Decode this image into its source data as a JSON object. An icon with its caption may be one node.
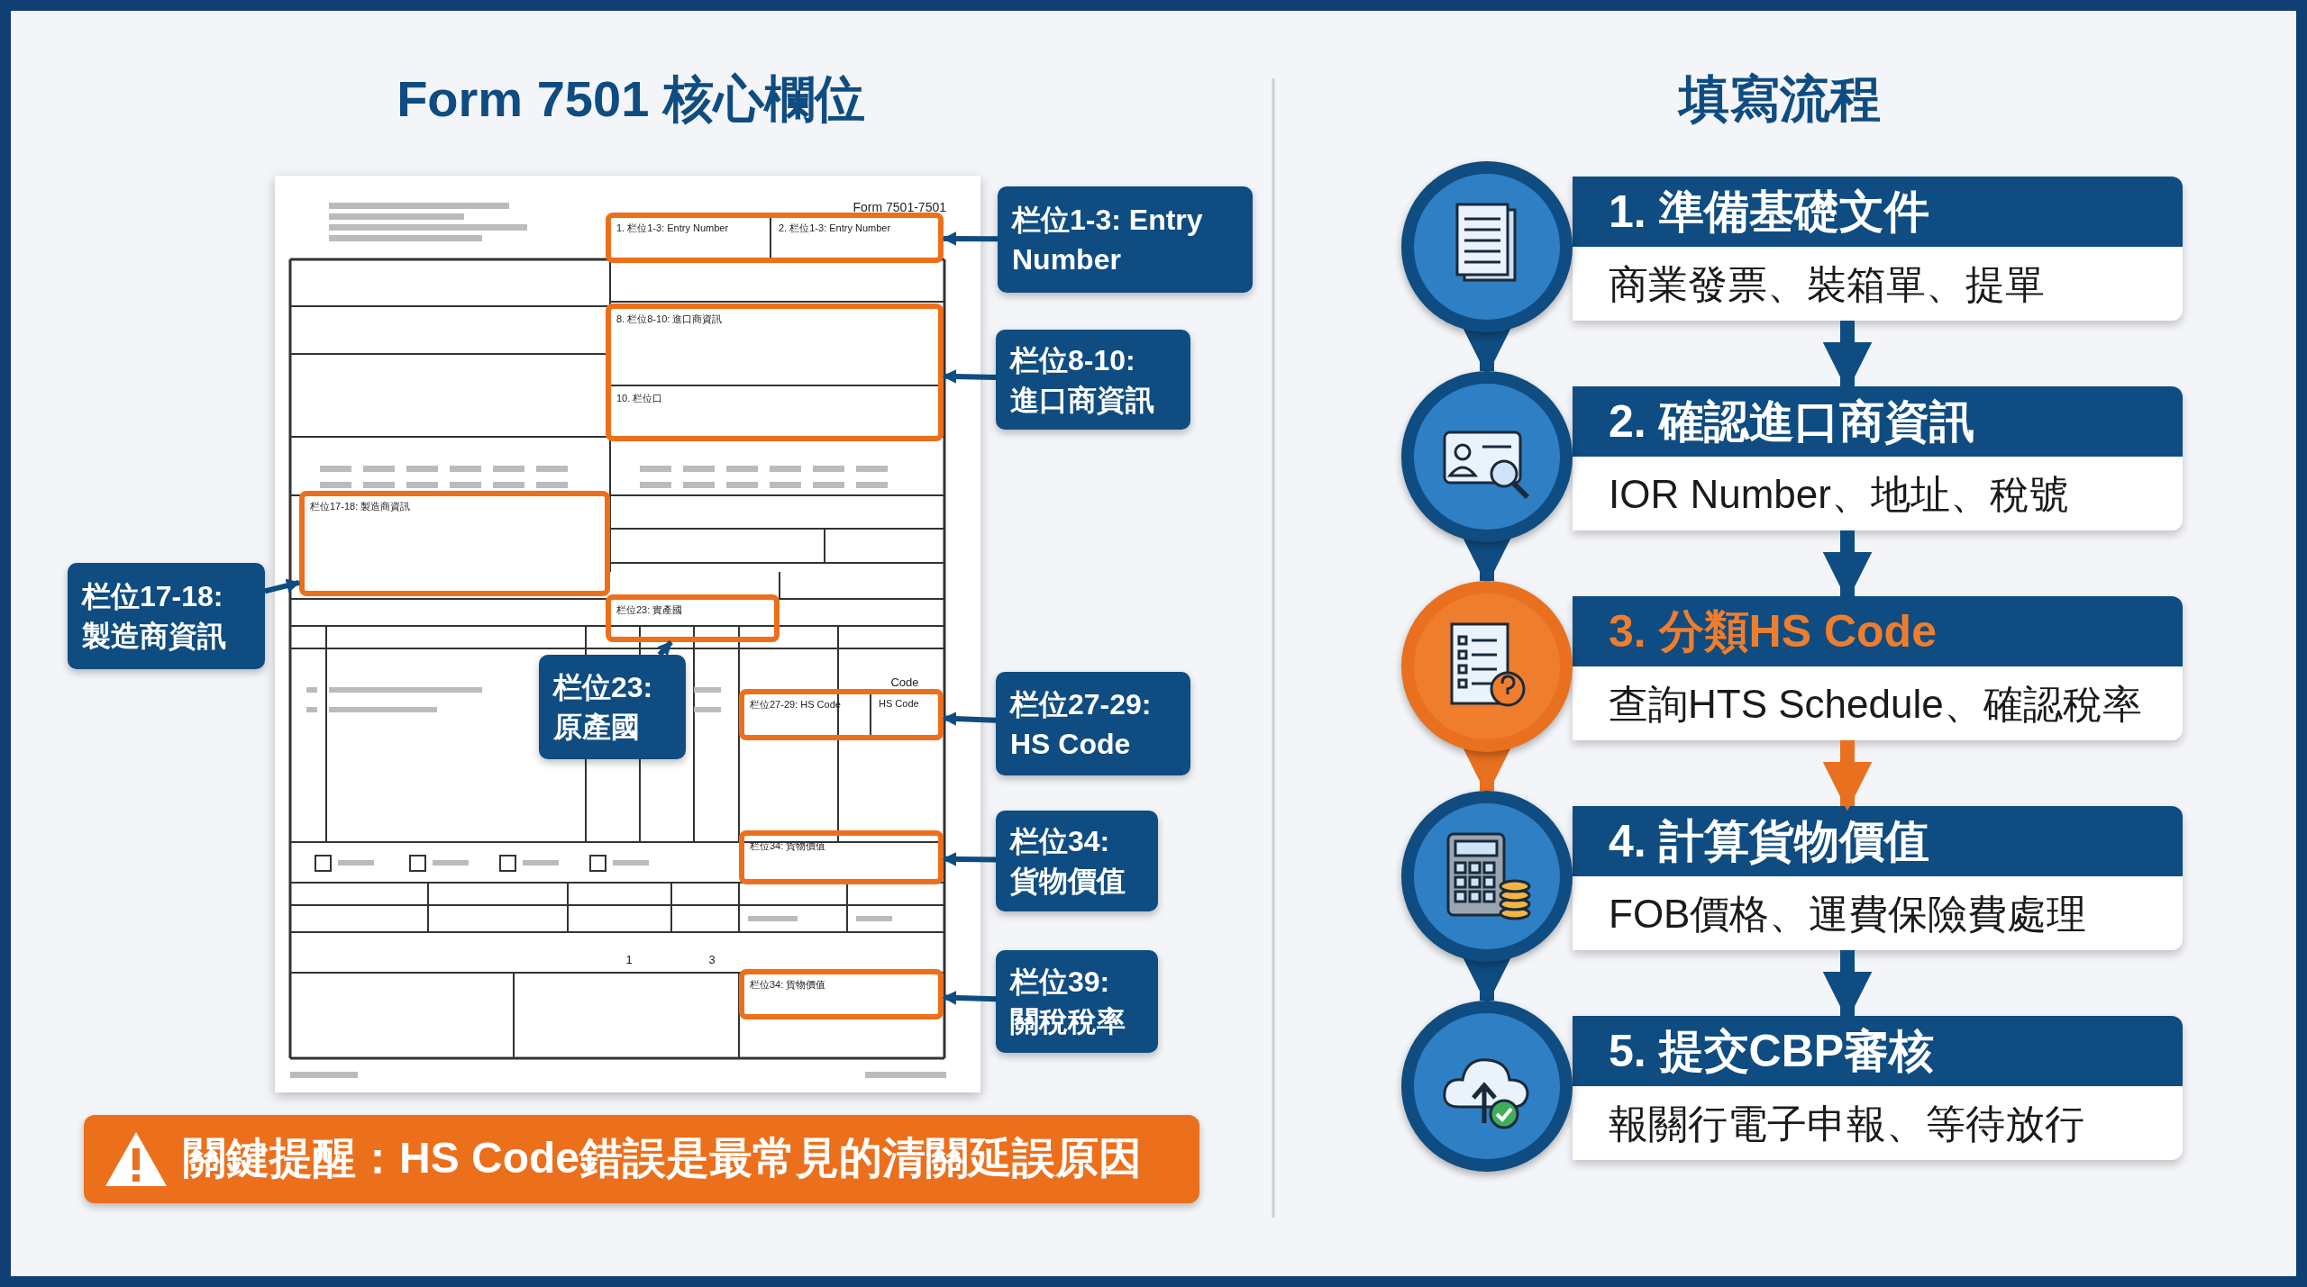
{
  "diagram": {
    "nodes": [
      {
        "text": [],
        "shape": "picture"
      },
      {
        "text": [
          "1. 栏位1-3: Entry Number",
          "2. 栏位1-3: Entry Number"
        ],
        "in": 0
      },
      {
        "text": [
          "8. 栏位8-10: 進口商資訊",
          "10. 栏位口"
        ],
        "in": 0
      },
      {
        "text": [
          "栏位17-18: 製造商資訊"
        ],
        "in": 0
      },
      {
        "text": [
          "栏位23: 實產國"
        ],
        "in": 0
      },
      {
        "text": [
          "栏位27-29: HS Code",
          "HS Code"
        ],
        "in": 0
      },
      {
        "text": [
          "栏位34: 貨物價值"
        ],
        "in": 0
      },
      {
        "text": [
          "栏位34: 貨物價值"
        ],
        "in": 0
      },
      {
        "text": [
          "栏位1-3: Entry Number"
        ]
      },
      {
        "text": [
          "栏位8-10: 進口商資訊"
        ]
      },
      {
        "text": [
          "栏位17-18: 製造商資訊"
        ]
      },
      {
        "text": [
          "栏位23: 原產國"
        ],
        "in": 0
      },
      {
        "text": [
          "栏位27-29: HS Code"
        ]
      },
      {
        "text": [
          "栏位34: 貨物價值"
        ]
      },
      {
        "text": [
          "栏位39: 關稅稅率"
        ]
      },
      {
        "text": [
          "關鍵提醒：HS Code錯誤是最常見的清關延誤原因"
        ]
      },
      {
        "text": [],
        "shape": "circle"
      },
      {
        "text": [
          "1. 準備基礎文件",
          "商業發票、裝箱單、提單"
        ]
      },
      {
        "text": [],
        "shape": "circle"
      },
      {
        "text": [
          "2. 確認進口商資訊",
          "IOR Number、地址、稅號"
        ]
      },
      {
        "text": [],
        "shape": "circle"
      },
      {
        "text": [
          "3. 分類HS Code",
          "查詢HTS Schedule、確認稅率"
        ]
      },
      {
        "text": [],
        "shape": "circle"
      },
      {
        "text": [
          "4. 計算貨物價值",
          "FOB價格、運費保險費處理"
        ]
      },
      {
        "text": [],
        "shape": "circle"
      },
      {
        "text": [
          "5. 提交CBP審核",
          "報關行電子申報、等待放行"
        ]
      }
    ],
    "edges": [
      {
        "from": 8,
        "to": 1,
        "arrow": "to"
      },
      {
        "from": 9,
        "to": 2,
        "arrow": "to"
      },
      {
        "from": 10,
        "to": 3,
        "arrow": "to"
      },
      {
        "from": 11,
        "to": 4,
        "arrow": "to"
      },
      {
        "from": 12,
        "to": 5,
        "arrow": "to"
      },
      {
        "from": 13,
        "to": 6,
        "arrow": "to"
      },
      {
        "from": 14,
        "to": 7,
        "arrow": "to"
      },
      {
        "from": 16,
        "to": 18,
        "arrow": "to"
      },
      {
        "from": 18,
        "to": 20,
        "arrow": "to"
      },
      {
        "from": 20,
        "to": 22,
        "arrow": "to",
        "color": "#e8701f"
      },
      {
        "from": 22,
        "to": 24,
        "arrow": "to"
      },
      {
        "from": 17,
        "to": 19,
        "arrow": "to"
      },
      {
        "from": 19,
        "to": 21,
        "arrow": "to"
      },
      {
        "from": 21,
        "to": 23,
        "arrow": "to",
        "color": "#e8701f"
      },
      {
        "from": 23,
        "to": 25,
        "arrow": "to"
      }
    ],
    "labels": [
      "Form 7501 核心欄位",
      "填寫流程",
      "Form 7501-7501",
      "Code",
      "1",
      "3"
    ]
  }
}
